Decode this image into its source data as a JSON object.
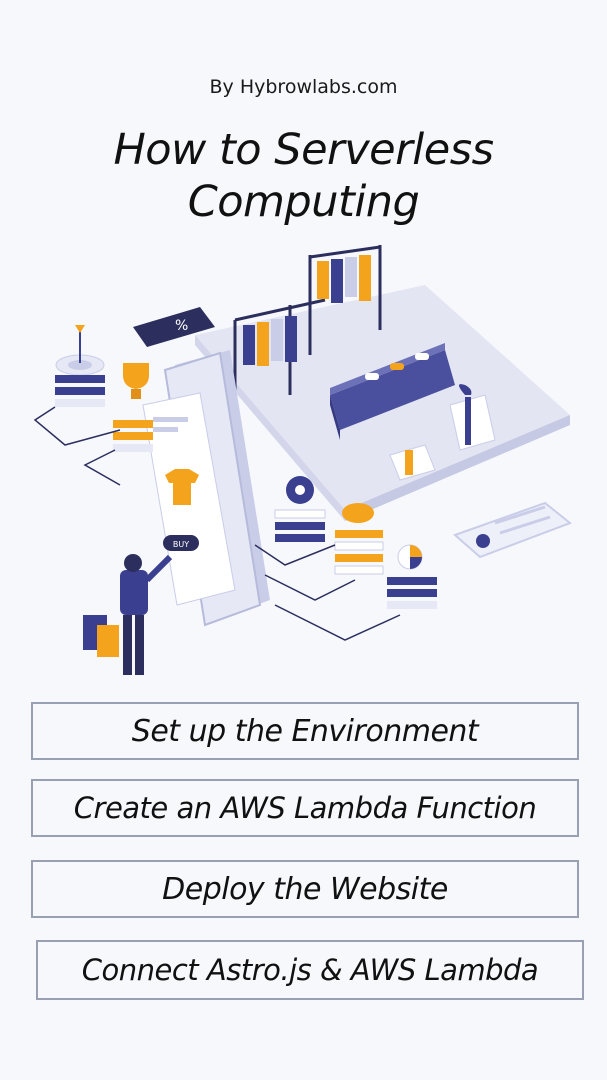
{
  "header": {
    "byline": "By Hybrowlabs.com",
    "title_line1": "How to Serverless",
    "title_line2": "Computing"
  },
  "illustration": {
    "description_icons": [
      "phone-shop-icon",
      "clothes-rack-icon",
      "gift-icon",
      "coin-icon",
      "gear-icon",
      "trophy-icon",
      "target-icon",
      "shopping-bag-icon",
      "pie-chart-icon",
      "coupon-icon",
      "card-icon"
    ],
    "buy_label": "BUY",
    "coupon_label": "%",
    "colors": {
      "navy": "#3b3f8f",
      "orange": "#f4a31c",
      "light": "#e6e8f5",
      "mid": "#c9cde8"
    }
  },
  "steps": [
    {
      "label": "Set up the Environment"
    },
    {
      "label": "Create an AWS Lambda Function"
    },
    {
      "label": "Deploy the Website"
    },
    {
      "label": "Connect Astro.js & AWS Lambda"
    }
  ]
}
